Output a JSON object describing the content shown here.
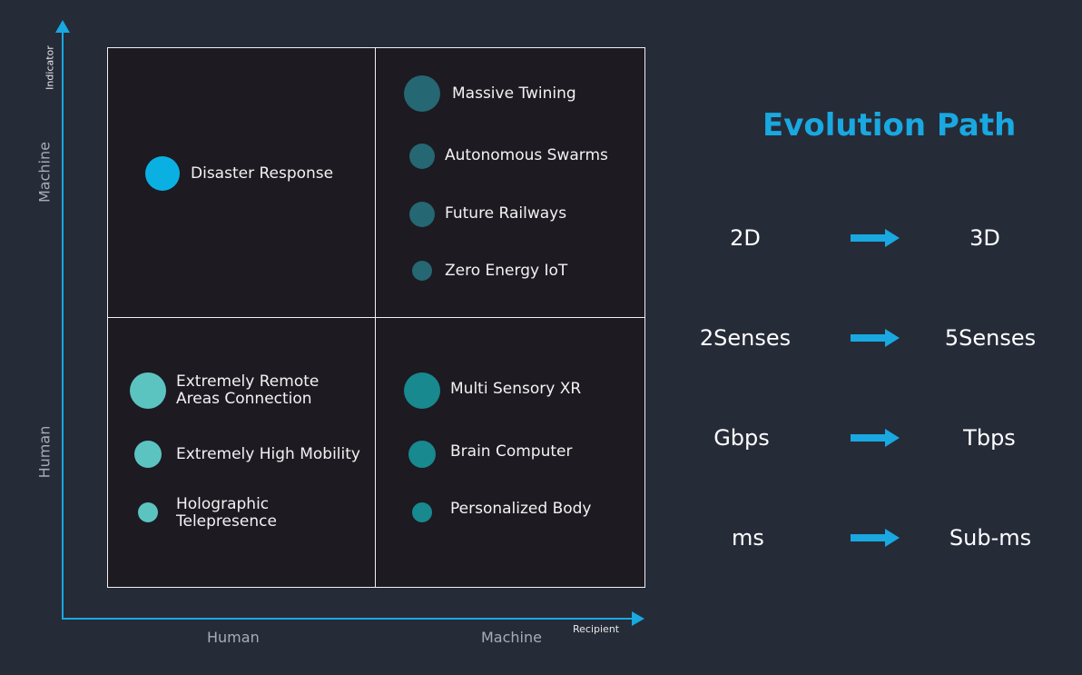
{
  "axes": {
    "y_indicator": "Indicator",
    "y_top": "Machine",
    "y_bottom": "Human",
    "x_left": "Human",
    "x_right": "Machine",
    "x_recipient": "Recipient",
    "color": "#19a8e0"
  },
  "quadrants": {
    "top_left": [
      {
        "label": "Disaster Response",
        "color": "#0bb0e3"
      }
    ],
    "top_right": [
      {
        "label": "Massive Twining",
        "color": "#256773"
      },
      {
        "label": "Autonomous Swarms",
        "color": "#256773"
      },
      {
        "label": "Future Railways",
        "color": "#256773"
      },
      {
        "label": "Zero Energy IoT",
        "color": "#256773"
      }
    ],
    "bottom_left": [
      {
        "label_line1": "Extremely Remote",
        "label_line2": "Areas Connection",
        "color": "#5bc4c0"
      },
      {
        "label": "Extremely High Mobility",
        "color": "#5bc4c0"
      },
      {
        "label_line1": "Holographic",
        "label_line2": "Telepresence",
        "color": "#5bc4c0"
      }
    ],
    "bottom_right": [
      {
        "label": "Multi Sensory XR",
        "color": "#17898f"
      },
      {
        "label": "Brain Computer",
        "color": "#17898f"
      },
      {
        "label": "Personalized Body",
        "color": "#17898f"
      }
    ]
  },
  "evolution": {
    "title": "Evolution Path",
    "rows": [
      {
        "from": "2D",
        "to": "3D"
      },
      {
        "from": "2Senses",
        "to": "5Senses"
      },
      {
        "from": "Gbps",
        "to": "Tbps"
      },
      {
        "from": "ms",
        "to": "Sub-ms"
      }
    ]
  }
}
